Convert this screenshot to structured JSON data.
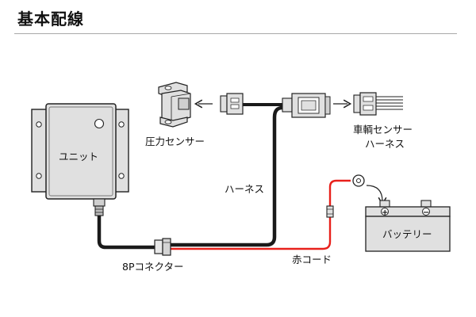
{
  "header": {
    "title": "基本配線"
  },
  "labels": {
    "unit": "ユニット",
    "pressure_sensor": "圧力センサー",
    "vehicle_harness_line1": "車輌センサー",
    "vehicle_harness_line2": "ハーネス",
    "harness": "ハーネス",
    "battery": "バッテリー",
    "connector_8p": "8Pコネクター",
    "red_cord": "赤コード"
  },
  "symbols": {
    "plus": "+",
    "minus": "−"
  },
  "colors": {
    "wire_black": "#1a1a1a",
    "wire_red": "#e8201b",
    "body_fill": "#e0e0e0",
    "outline": "#222222"
  }
}
